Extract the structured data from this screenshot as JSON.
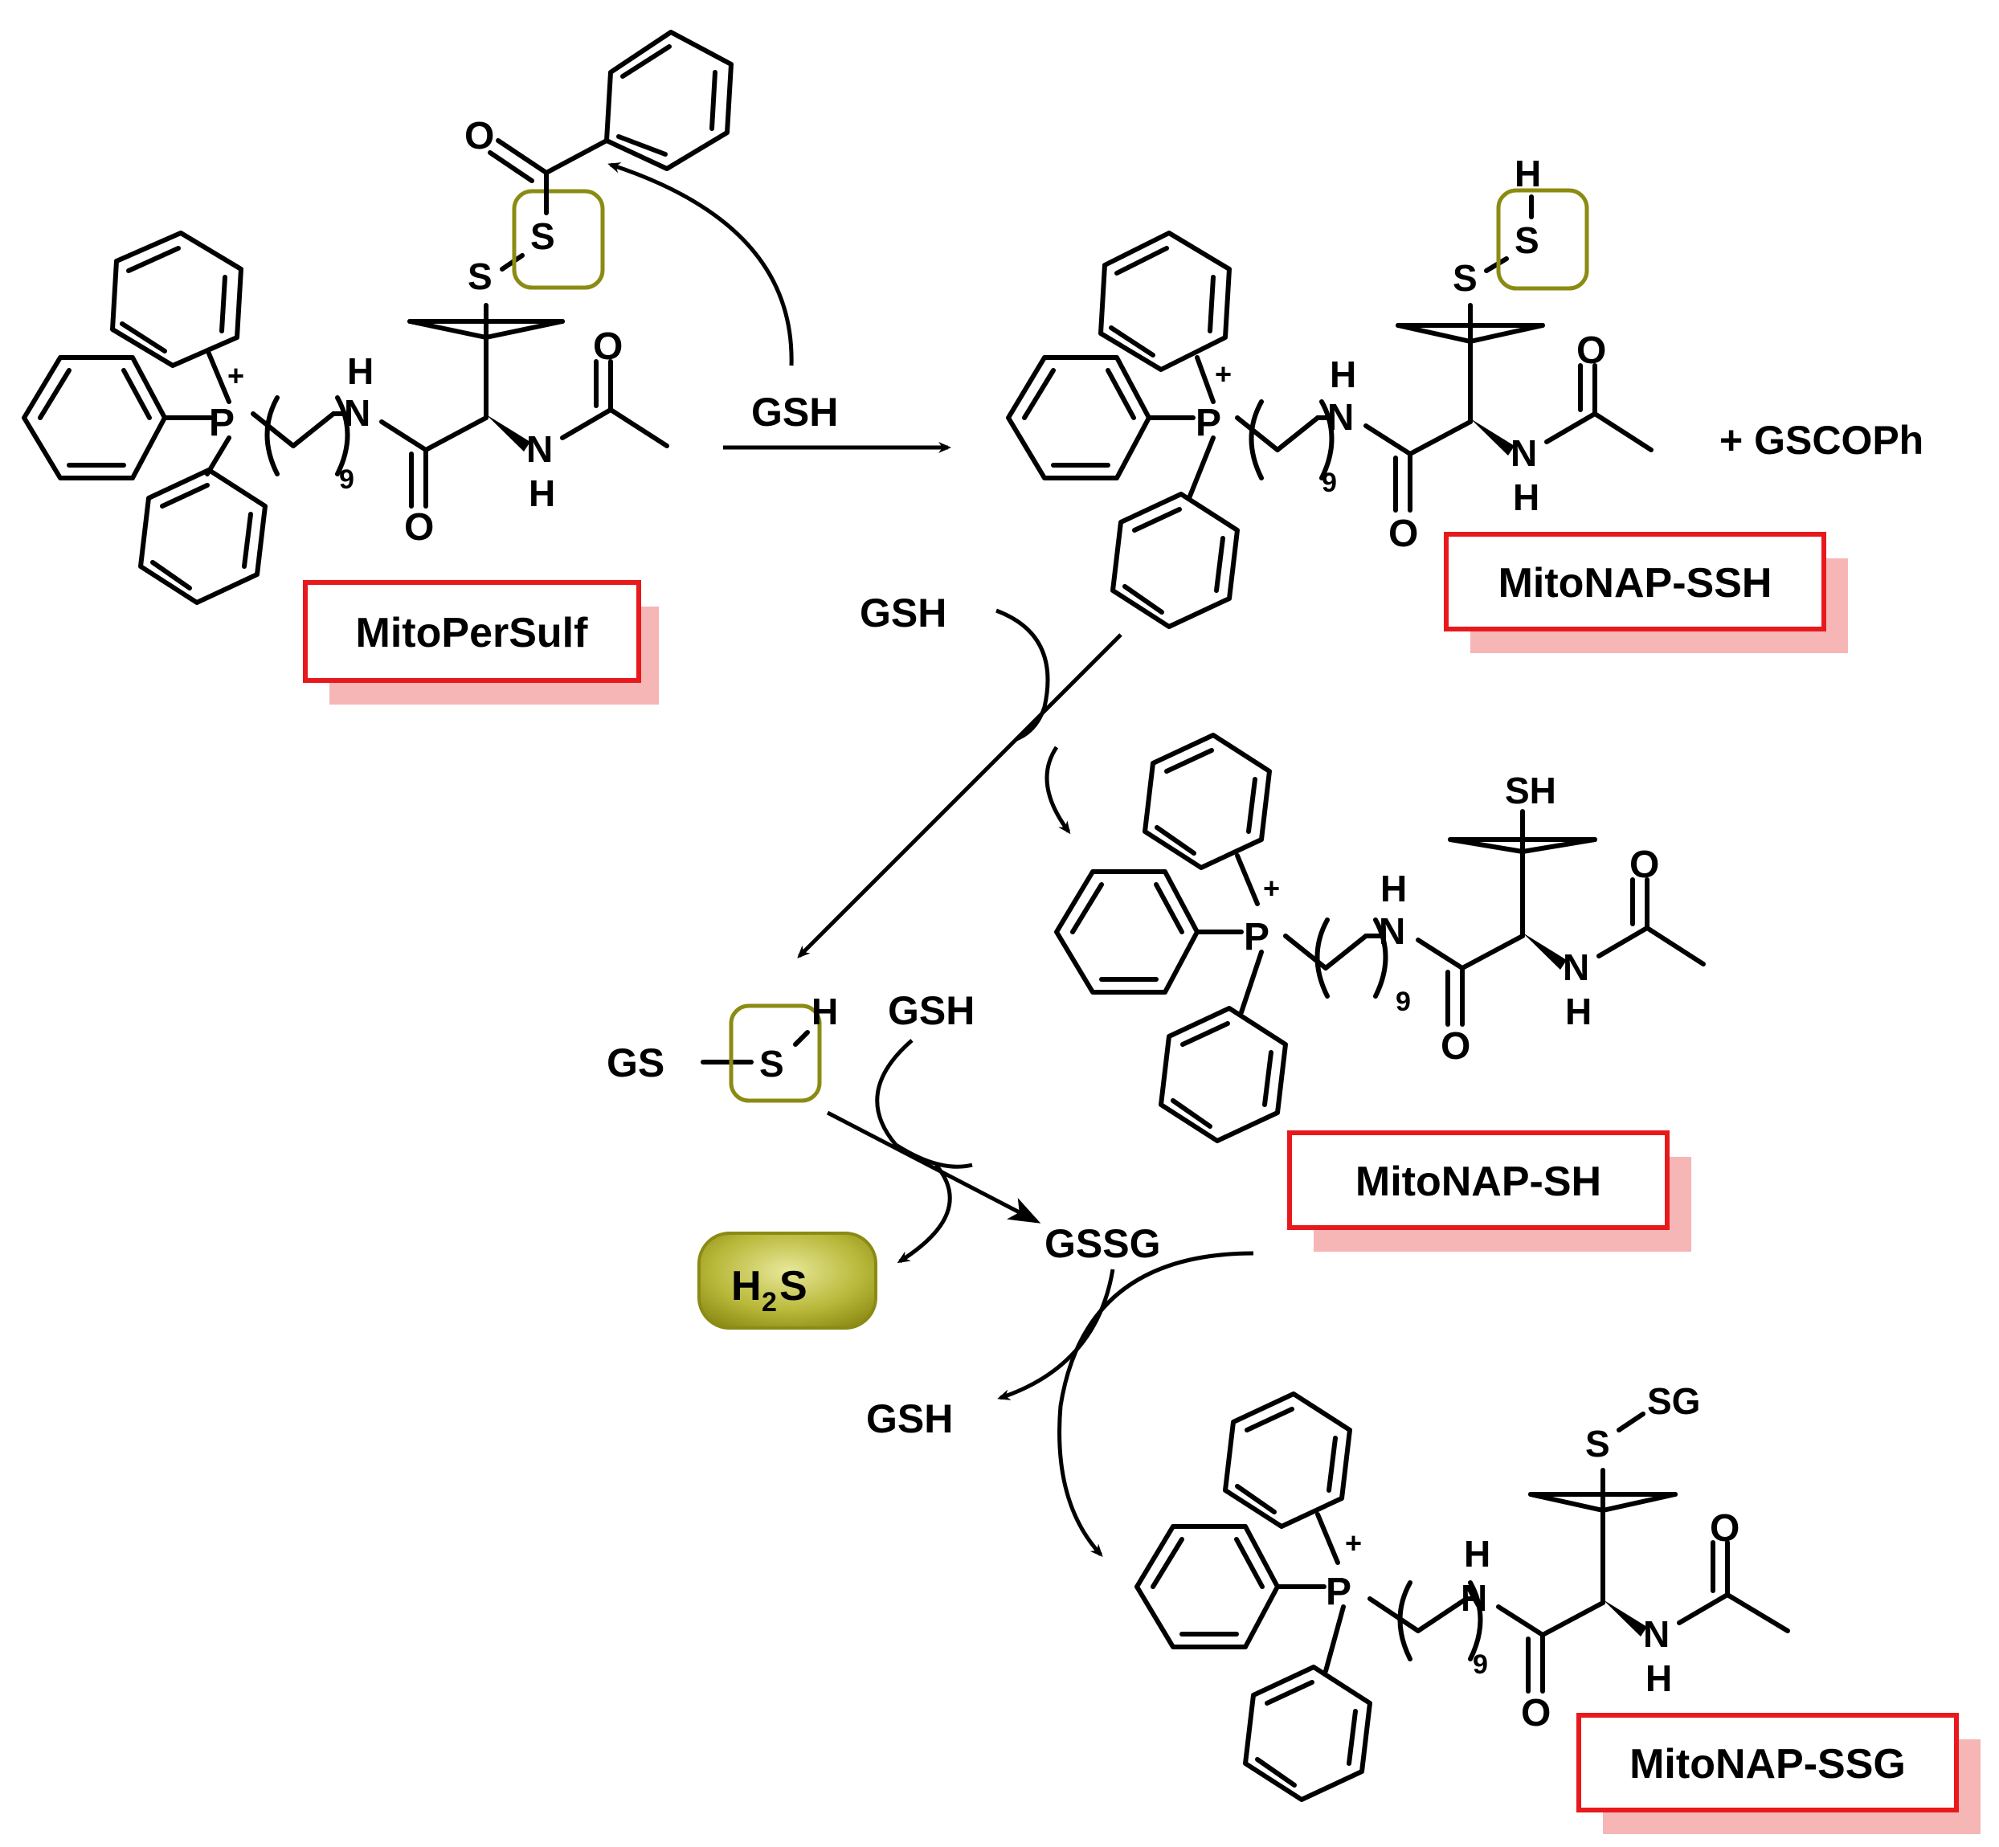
{
  "colors": {
    "label_border": "#e8191c",
    "label_shadow": "#f6b6b6",
    "highlight": "#8b8b14",
    "h2s_fill": "#a7a72e"
  },
  "atoms": {
    "P": "P",
    "plus": "+",
    "H": "H",
    "N": "N",
    "NH": "NH",
    "O": "O",
    "S": "S",
    "SH": "SH",
    "SSG": "SG",
    "nine": "9"
  },
  "reagents": {
    "gsh_top": "GSH",
    "gsh_mid": "GSH",
    "gsh_lower": "GSH",
    "gsh_bottom": "GSH",
    "plus_gscoph": "+  GSCOPh",
    "gssg": "GSSG",
    "gs": "GS",
    "h2s_h": "H",
    "h2s_sub": "2",
    "h2s_s": "S"
  },
  "labels": {
    "mitopersulf": "MitoPerSulf",
    "mitonap_ssh": "MitoNAP-SSH",
    "mitonap_sh": "MitoNAP-SH",
    "mitonap_ssg": "MitoNAP-SSG"
  }
}
